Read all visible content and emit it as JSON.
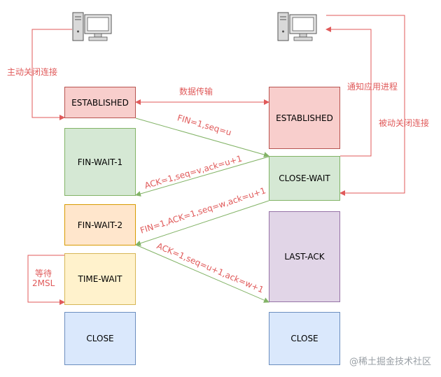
{
  "client": {
    "states": {
      "established": "ESTABLISHED",
      "fin_wait_1": "FIN-WAIT-1",
      "fin_wait_2": "FIN-WAIT-2",
      "time_wait": "TIME-WAIT",
      "close": "CLOSE"
    },
    "active_close_label": "主动关闭连接",
    "wait_label_line1": "等待",
    "wait_label_line2": "2MSL"
  },
  "server": {
    "states": {
      "established": "ESTABLISHED",
      "close_wait": "CLOSE-WAIT",
      "last_ack": "LAST-ACK",
      "close": "CLOSE"
    },
    "notify_app_label": "通知应用进程",
    "passive_close_label": "被动关闭连接"
  },
  "messages": {
    "data_transfer": "数据传输",
    "fin": "FIN=1,seq=u",
    "ack1": "ACK=1,seq=v,ack=u+1",
    "fin_ack": "FIN=1,ACK=1,seq=w,ack=u+1",
    "ack2": "ACK=1,seq=u+1,ack=w+1"
  },
  "watermark": "@稀土掘金技术社区",
  "colors": {
    "client_arrow": "#82b366",
    "server_arrow": "#82b366",
    "annotation": "#e05a5a",
    "control_line": "#e05a5a"
  }
}
